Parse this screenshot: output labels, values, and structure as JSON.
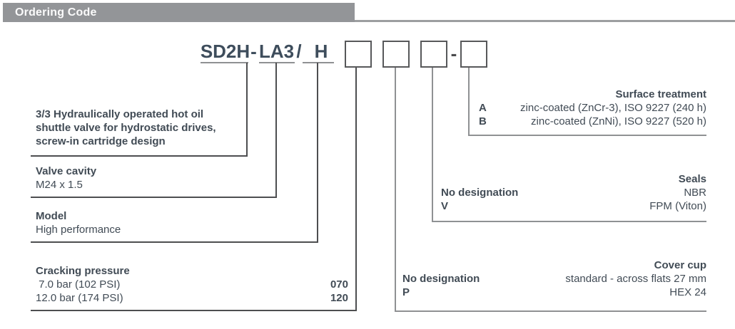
{
  "header": {
    "title": "Ordering Code"
  },
  "code": {
    "base": "SD2H",
    "sep1": "-",
    "cavity_code": "LA3",
    "sep2": "/",
    "model_code": "H",
    "dash": "-"
  },
  "sections": {
    "description": {
      "lines": [
        "3/3 Hydraulically operated hot oil",
        "shuttle valve for hydrostatic drives,",
        "screw-in cartridge design"
      ]
    },
    "valve_cavity": {
      "title": "Valve cavity",
      "value": "M24 x 1.5"
    },
    "model": {
      "title": "Model",
      "value": "High performance"
    },
    "cracking_pressure": {
      "title": "Cracking pressure",
      "rows": [
        {
          "label": " 7.0 bar (102 PSI)",
          "code": "070"
        },
        {
          "label": "12.0 bar (174 PSI)",
          "code": "120"
        }
      ]
    },
    "cover_cup": {
      "title": "Cover cup",
      "rows": [
        {
          "code": "No designation",
          "label": "standard - across flats 27 mm"
        },
        {
          "code": "P",
          "label": "HEX 24"
        }
      ]
    },
    "seals": {
      "title": "Seals",
      "rows": [
        {
          "code": "No designation",
          "label": "NBR"
        },
        {
          "code": "V",
          "label": "FPM (Viton)"
        }
      ]
    },
    "surface_treatment": {
      "title": "Surface treatment",
      "rows": [
        {
          "code": "A",
          "label": "zinc-coated (ZnCr-3), ISO 9227 (240 h)"
        },
        {
          "code": "B",
          "label": "zinc-coated (ZnNi), ISO 9227 (520 h)"
        }
      ]
    }
  },
  "colors": {
    "header_bar": "#939598",
    "header_text": "#fbfbfb",
    "code_text": "#3e4d5c",
    "body_text": "#414b55",
    "line_dark": "#4d4e50",
    "line_gray": "#8f9193",
    "box_border": "#57585a"
  }
}
